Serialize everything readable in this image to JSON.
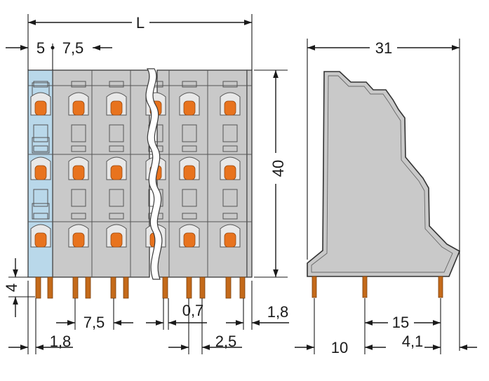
{
  "dimensions": {
    "length": "L",
    "pitch_first": "5",
    "pitch": "7,5",
    "height": "40",
    "pin_length": "4",
    "pitch_bottom": "7,5",
    "pin_thickness": "0,7",
    "edge_offset": "1,8",
    "left_offset": "1,8",
    "pin_spacing": "2,5",
    "depth": "31",
    "rear_pin_spacing": "15",
    "front_offset": "10",
    "rear_offset": "4,1"
  },
  "colors": {
    "housing": "#c9c9c9",
    "end_plate": "#b9d8ea",
    "actuator": "#e8731e",
    "outline": "#3a3a3a"
  }
}
